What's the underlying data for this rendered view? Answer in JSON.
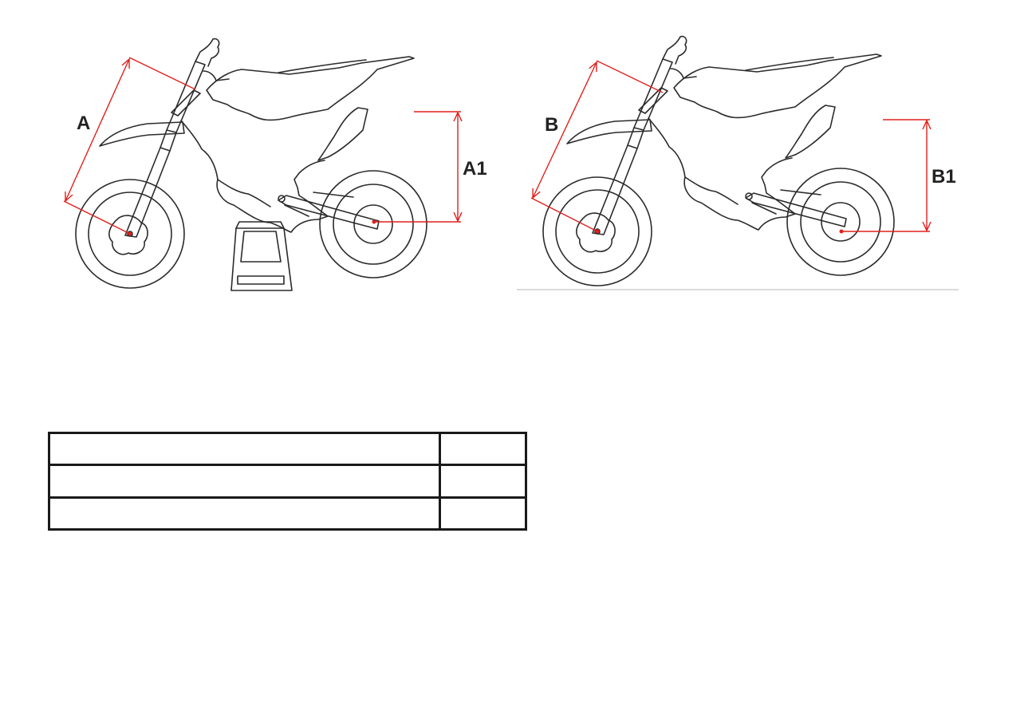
{
  "diagrams": [
    {
      "name": "bike-on-stand",
      "labels": {
        "length": "A",
        "height": "A1"
      }
    },
    {
      "name": "bike-on-ground",
      "labels": {
        "length": "B",
        "height": "B1"
      }
    }
  ],
  "table": {
    "rows": [
      {
        "cells": [
          "",
          ""
        ]
      },
      {
        "cells": [
          "",
          ""
        ]
      },
      {
        "cells": [
          "",
          ""
        ]
      }
    ]
  },
  "colors": {
    "dimension": "#e0201c",
    "line_art": "#2b2b2b",
    "ground": "#cfcfcf"
  }
}
